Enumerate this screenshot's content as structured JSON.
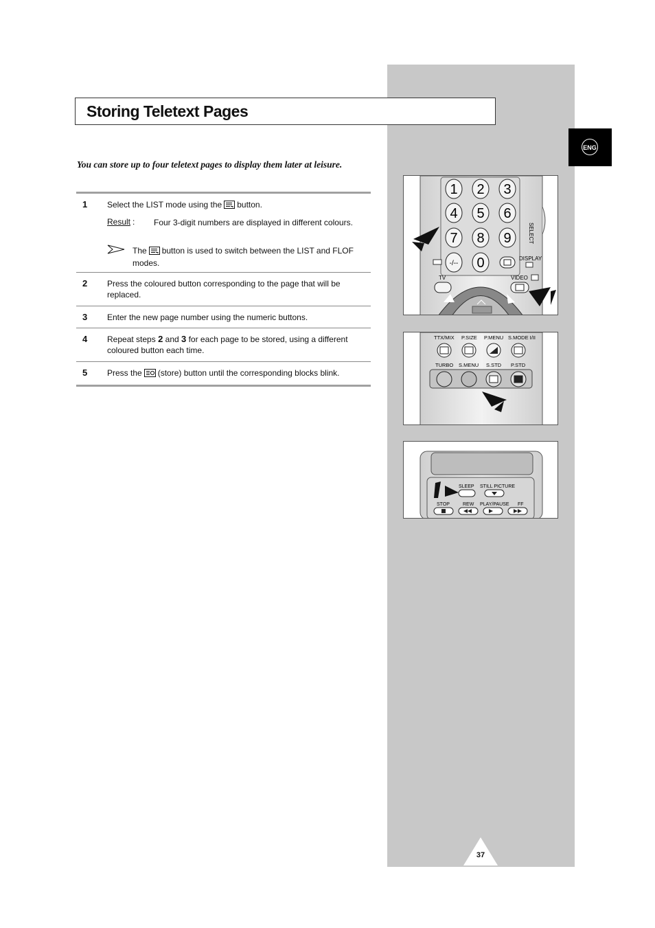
{
  "page": {
    "title": "Storing Teletext Pages",
    "language_tab": "ENG",
    "intro": "You can store up to four teletext pages to display them later at leisure.",
    "page_number": "37"
  },
  "steps": [
    {
      "num": "1",
      "text_a": "Select the LIST mode using the",
      "icon": "list-icon",
      "text_b": "button."
    },
    {
      "num": "2",
      "text": "Press the coloured button corresponding to the page that will be replaced."
    },
    {
      "num": "3",
      "text": "Enter the new page number using the numeric buttons."
    },
    {
      "num": "4",
      "text_a": "Repeat steps",
      "bold_a": "2",
      "text_b": "and",
      "bold_b": "3",
      "text_c": "for each page to be stored, using a different coloured button each time."
    },
    {
      "num": "5",
      "text_a": "Press the",
      "icon": "store-icon",
      "text_b": "(store) button until the corresponding blocks blink."
    }
  ],
  "result": {
    "label": "Result",
    "colon": ":",
    "text": "Four 3-digit numbers are displayed in different colours."
  },
  "note": {
    "text_a": "The",
    "icon": "list-icon",
    "text_b": "button is used to switch between the LIST and FLOF modes."
  },
  "remote1": {
    "digits": [
      "1",
      "2",
      "3",
      "4",
      "5",
      "6",
      "7",
      "8",
      "9",
      "-/--",
      "0"
    ],
    "select_label": "SELECT",
    "display_label": "DISPLAY",
    "tv_label": "TV",
    "video_label": "VIDEO"
  },
  "remote2": {
    "top_labels": [
      "TTX/MIX",
      "P.SIZE",
      "P.MENU",
      "S.MODE I/II"
    ],
    "bottom_labels": [
      "TURBO",
      "S.MENU",
      "S.STD",
      "P.STD"
    ]
  },
  "remote3": {
    "top_labels": [
      "SLEEP",
      "STILL PICTURE"
    ],
    "bottom_labels": [
      "STOP",
      "REW",
      "PLAY/PAUSE",
      "FF"
    ]
  }
}
